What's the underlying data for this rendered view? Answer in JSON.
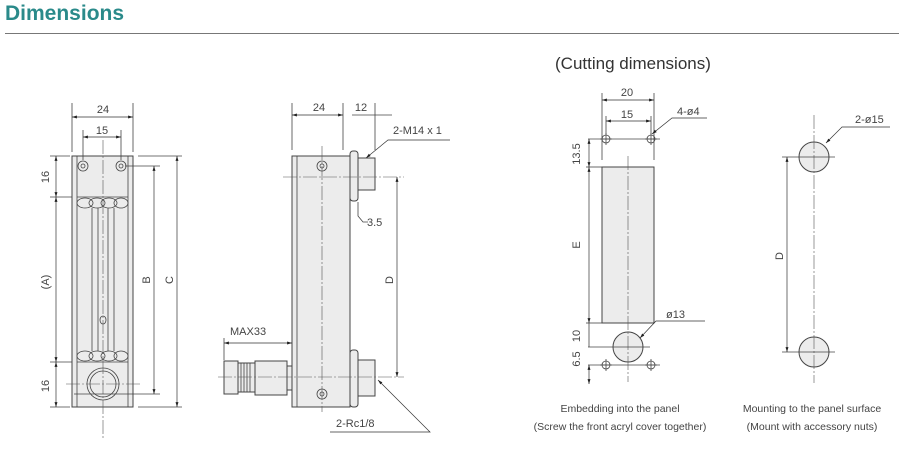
{
  "header": {
    "title": "Dimensions"
  },
  "front_view": {
    "w24": "24",
    "w15": "15",
    "h16_top": "16",
    "hA": "(A)",
    "h16_bottom": "16",
    "hB": "B",
    "hC": "C"
  },
  "side_view": {
    "w24": "24",
    "w12": "12",
    "thread": "2-M14 x 1",
    "d35": "3.5",
    "hD": "D",
    "max": "MAX33",
    "port": "2-Rc1/8"
  },
  "cutting": {
    "title": "(Cutting dimensions)",
    "embed": {
      "w20": "20",
      "w15": "15",
      "holes": "4-ø4",
      "h135": "13.5",
      "hE": "E",
      "h10": "10",
      "h65": "6.5",
      "hole13": "ø13",
      "caption1": "Embedding into the panel",
      "caption2": "(Screw the front acryl cover together)"
    },
    "mount": {
      "holes": "2-ø15",
      "hD": "D",
      "caption1": "Mounting to the panel surface",
      "caption2": "(Mount with accessory nuts)"
    }
  }
}
